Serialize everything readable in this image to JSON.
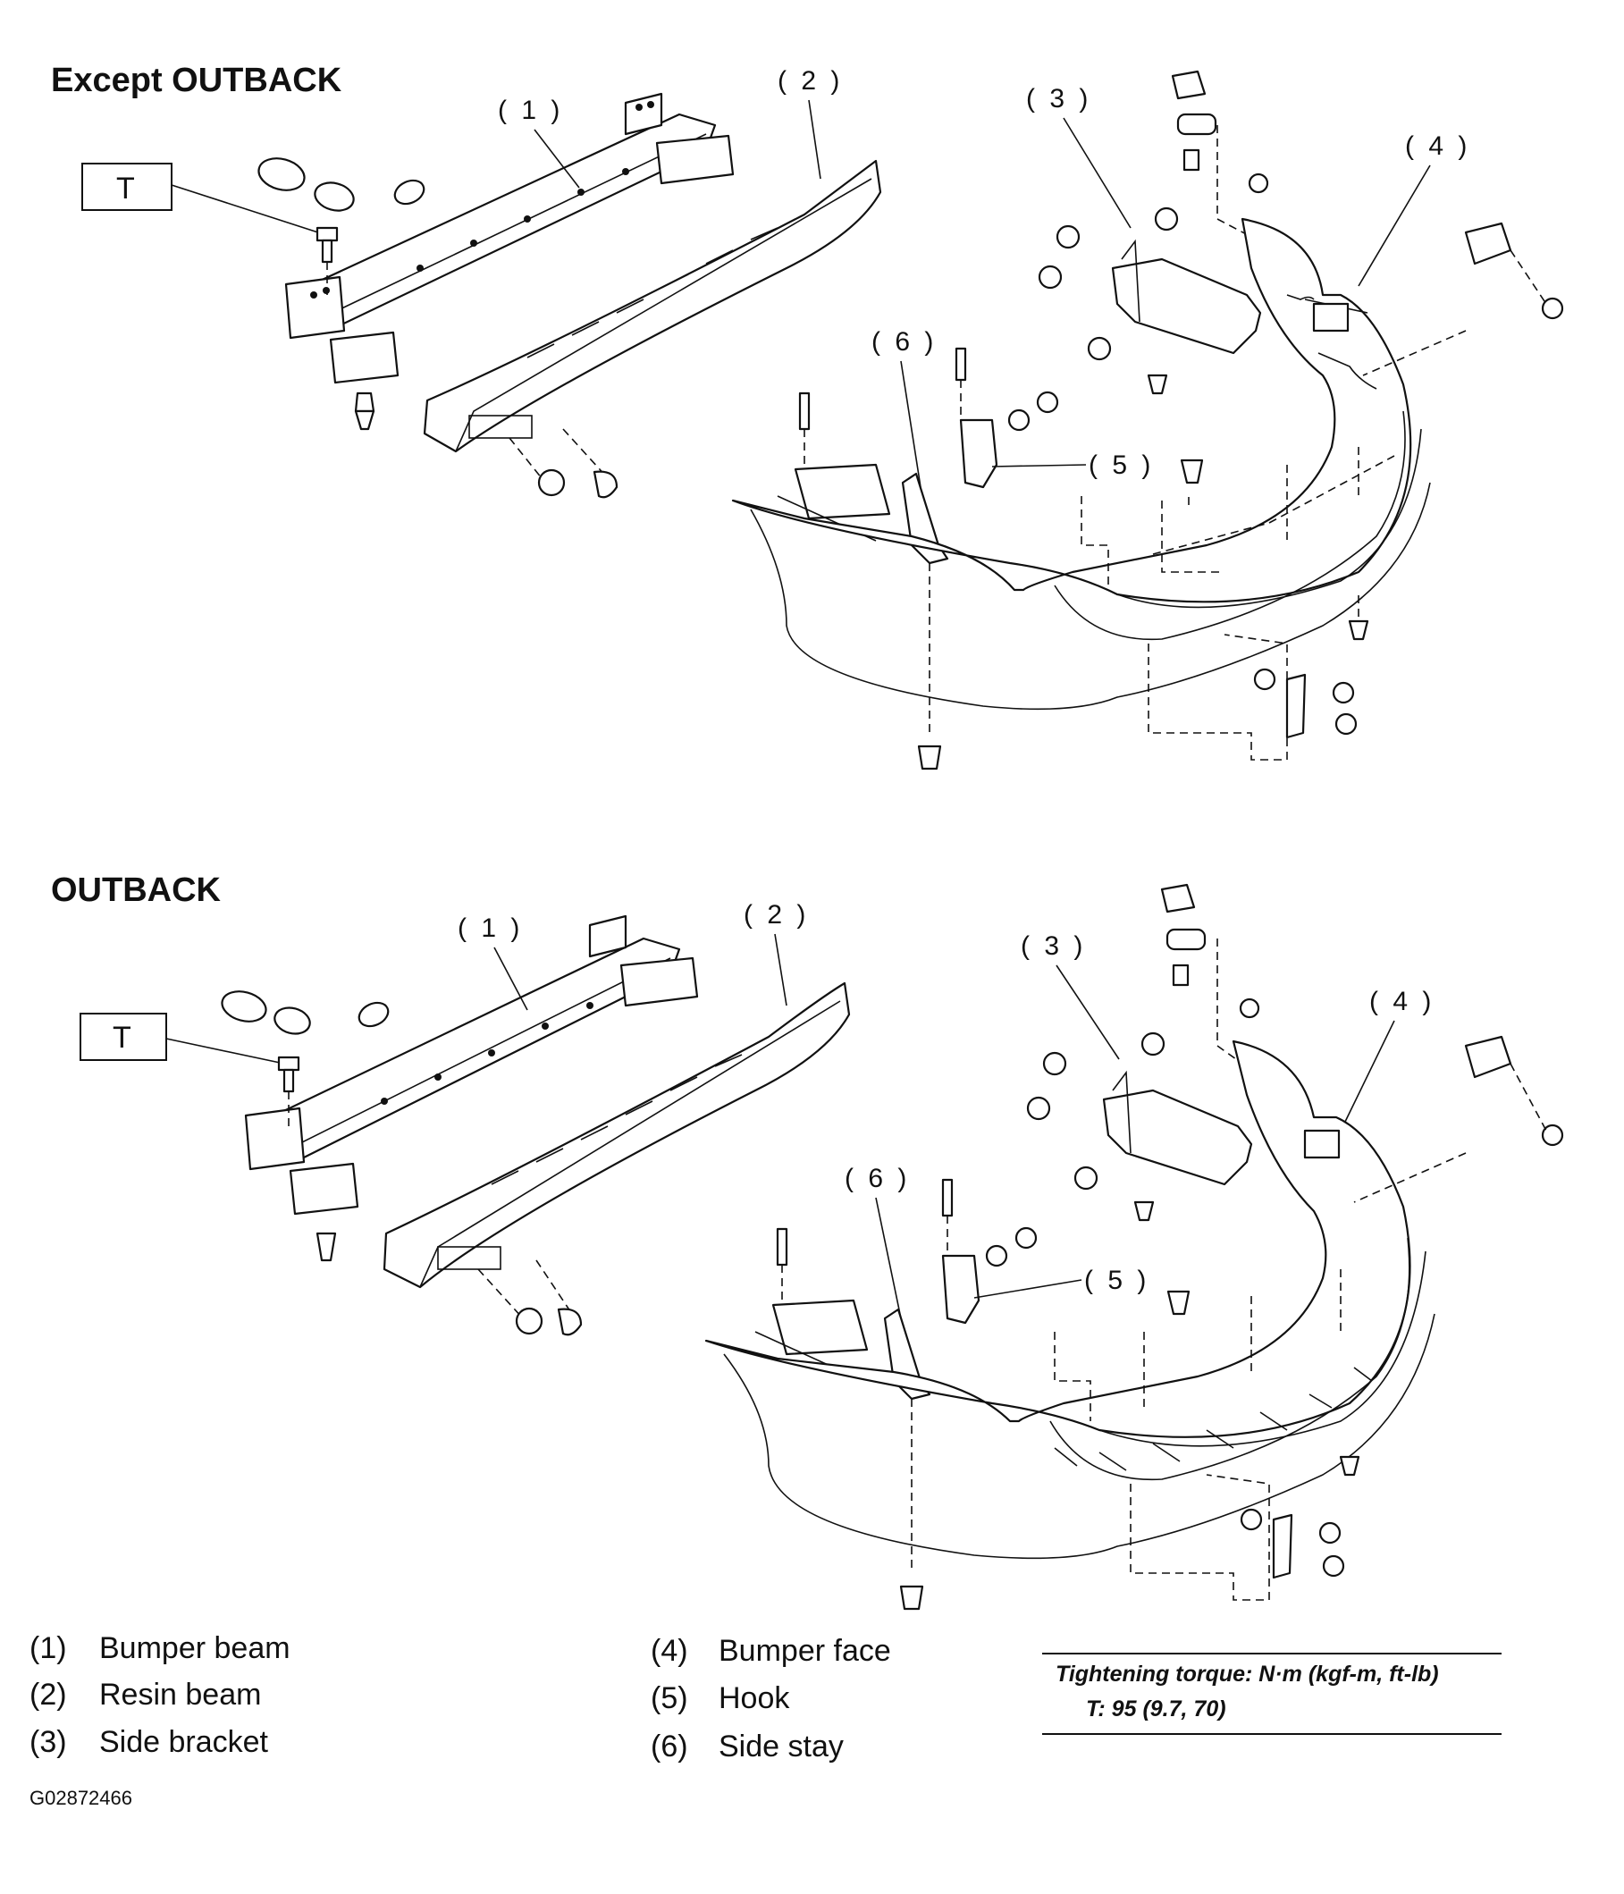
{
  "sections": [
    {
      "title": "Except OUTBACK",
      "variant": "standard"
    },
    {
      "title": "OUTBACK",
      "variant": "outback"
    }
  ],
  "callouts": [
    "( 1 )",
    "( 2 )",
    "( 3 )",
    "( 4 )",
    "( 5 )",
    "( 6 )"
  ],
  "torque_box_label": "T",
  "legend": [
    {
      "num": "(1)",
      "name": "Bumper beam"
    },
    {
      "num": "(2)",
      "name": "Resin beam"
    },
    {
      "num": "(3)",
      "name": "Side bracket"
    },
    {
      "num": "(4)",
      "name": "Bumper face"
    },
    {
      "num": "(5)",
      "name": "Hook"
    },
    {
      "num": "(6)",
      "name": "Side stay"
    }
  ],
  "torque": {
    "heading": "Tightening torque: N·m (kgf-m, ft-lb)",
    "value": "T:   95 (9.7, 70)"
  },
  "figure_id": "G02872466"
}
